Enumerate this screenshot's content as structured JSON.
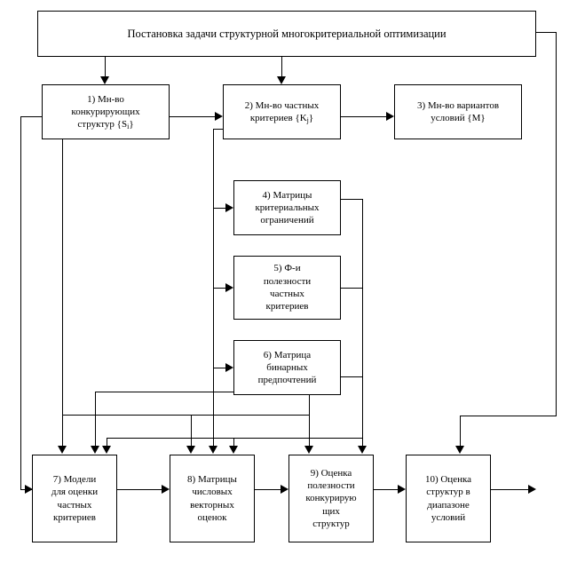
{
  "diagram": {
    "title": "Постановка задачи структурной многокритериальной оптимизации",
    "language": "ru",
    "nodes": [
      {
        "id": "n0",
        "number": "",
        "text": "Постановка задачи структурной многокритериальной оптимизации"
      },
      {
        "id": "n1",
        "number": "1)",
        "text": "1) Мн-во\nконкурирующих\nструктур {S",
        "sub": "i",
        "tail": "}"
      },
      {
        "id": "n2",
        "number": "2)",
        "text": "2) Мн-во частных\nкритериев {K",
        "sub": "j",
        "tail": "}"
      },
      {
        "id": "n3",
        "number": "3)",
        "text": "3) Мн-во вариантов\nусловий {М}"
      },
      {
        "id": "n4",
        "number": "4)",
        "text": "4) Матрицы\nкритериальных\nограничений"
      },
      {
        "id": "n5",
        "number": "5)",
        "text": "5) Ф-и\nполезности\nчастных\nкритериев"
      },
      {
        "id": "n6",
        "number": "6)",
        "text": "6) Матрица\nбинарных\nпредпочтений"
      },
      {
        "id": "n7",
        "number": "7)",
        "text": "7) Модели\nдля оценки\nчастных\nкритериев"
      },
      {
        "id": "n8",
        "number": "8)",
        "text": "8) Матрицы\nчисловых\nвекторных\nоценок"
      },
      {
        "id": "n9",
        "number": "9)",
        "text": "9) Оценка\nполезности\nконкурирую\nщих\nструктур"
      },
      {
        "id": "n10",
        "number": "10)",
        "text": "10) Оценка\nструктур в\nдиапазоне\nусловий"
      }
    ],
    "colors": {
      "stroke": "#000000",
      "fill": "#ffffff",
      "text": "#000000"
    }
  }
}
